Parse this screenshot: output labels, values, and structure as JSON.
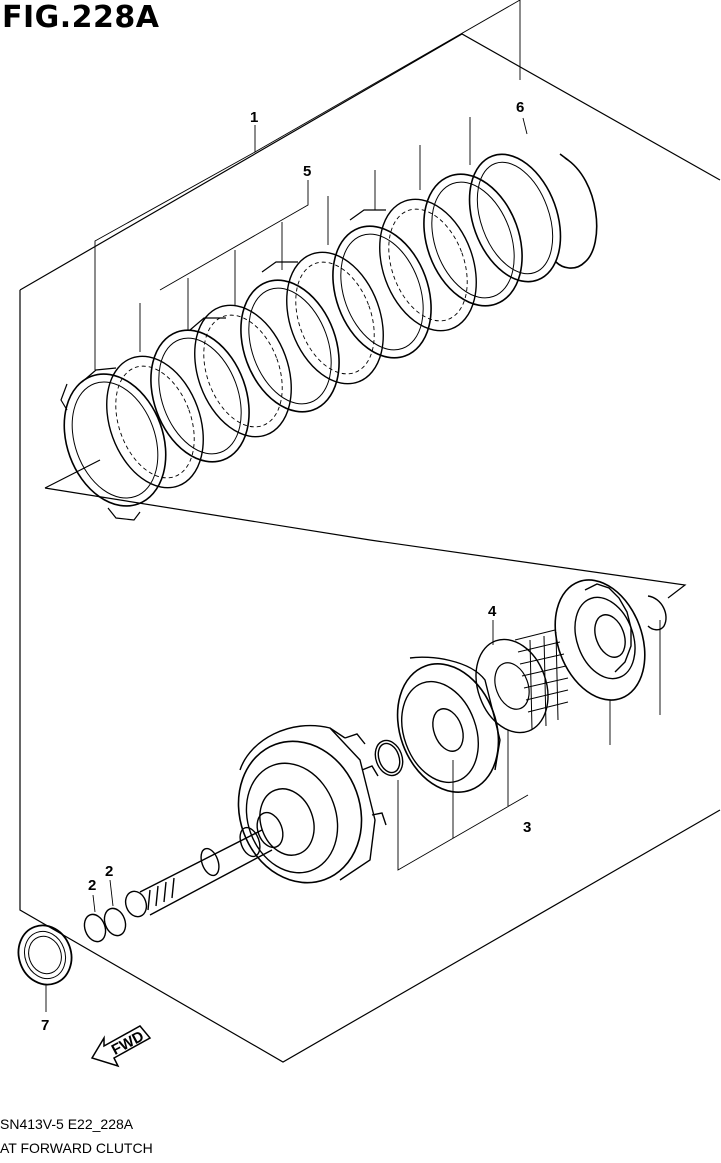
{
  "figure": {
    "title": "FIG.228A",
    "code": "SN413V-5 E22_228A",
    "name": "AT FORWARD CLUTCH"
  },
  "callouts": {
    "c1": "1",
    "c2a": "2",
    "c2b": "2",
    "c3": "3",
    "c4": "4",
    "c5": "5",
    "c6": "6",
    "c7": "7"
  },
  "fwd_label": "FWD",
  "icons": {
    "direction": "fwd-arrow-icon"
  }
}
